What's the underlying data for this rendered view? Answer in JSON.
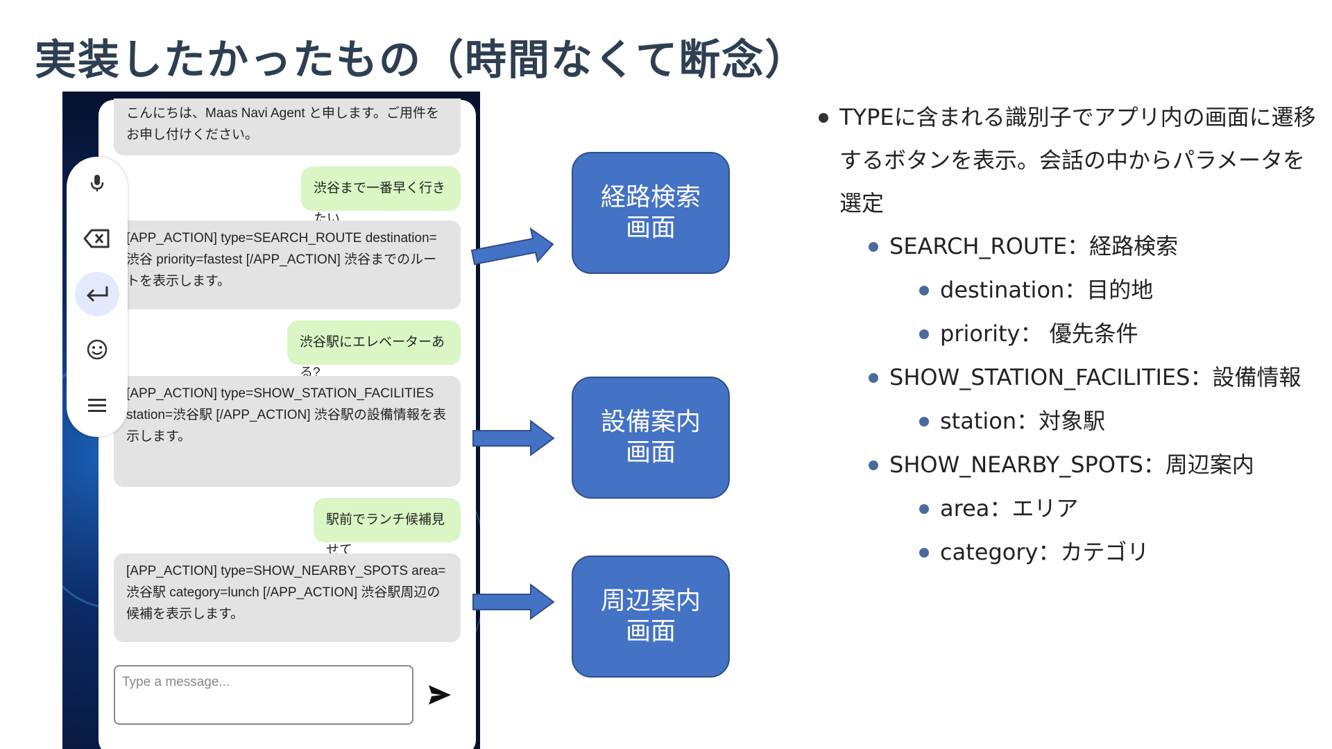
{
  "title": "実装したかったもの（時間なくて断念）",
  "chat": {
    "messages": [
      {
        "role": "bot",
        "text": "こんにちは、Maas Navi Agent と申します。ご用件をお申し付けください。"
      },
      {
        "role": "user",
        "text": "渋谷まで一番早く行きたい"
      },
      {
        "role": "bot",
        "text": "[APP_ACTION] type=SEARCH_ROUTE destination=渋谷 priority=fastest [/APP_ACTION]  渋谷までのルートを表示します。"
      },
      {
        "role": "user",
        "text": "渋谷駅にエレベーターある?"
      },
      {
        "role": "bot",
        "text": "[APP_ACTION] type=SHOW_STATION_FACILITIES station=渋谷駅 [/APP_ACTION]  渋谷駅の設備情報を表示します。"
      },
      {
        "role": "user",
        "text": "駅前でランチ候補見せて"
      },
      {
        "role": "bot",
        "text": "[APP_ACTION] type=SHOW_NEARBY_SPOTS area=渋谷駅 category=lunch [/APP_ACTION]  渋谷駅周辺の候補を表示します。"
      }
    ],
    "input_placeholder": "Type a message..."
  },
  "toolbar_icons": [
    "mic-icon",
    "backspace-icon",
    "enter-icon",
    "emoji-icon",
    "menu-icon"
  ],
  "screens": [
    {
      "line1": "経路検索",
      "line2": "画面"
    },
    {
      "line1": "設備案内",
      "line2": "画面"
    },
    {
      "line1": "周辺案内",
      "line2": "画面"
    }
  ],
  "bullets": {
    "main": "TYPEに含まれる識別子でアプリ内の画面に遷移するボタンを表示。会話の中からパラメータを選定",
    "items": [
      {
        "level": 2,
        "text": "SEARCH_ROUTE：経路検索"
      },
      {
        "level": 3,
        "text": "destination：目的地"
      },
      {
        "level": 3,
        "text": "priority： 優先条件"
      },
      {
        "level": 2,
        "text": "SHOW_STATION_FACILITIES：設備情報"
      },
      {
        "level": 3,
        "text": "station：対象駅"
      },
      {
        "level": 2,
        "text": "SHOW_NEARBY_SPOTS：周辺案内"
      },
      {
        "level": 3,
        "text": "area：エリア"
      },
      {
        "level": 3,
        "text": "category：カテゴリ"
      }
    ]
  },
  "colors": {
    "title": "#2e3f52",
    "box_fill": "#4472c4",
    "bot_bubble": "#e3e3e3",
    "user_bubble": "#d9f6c4"
  }
}
